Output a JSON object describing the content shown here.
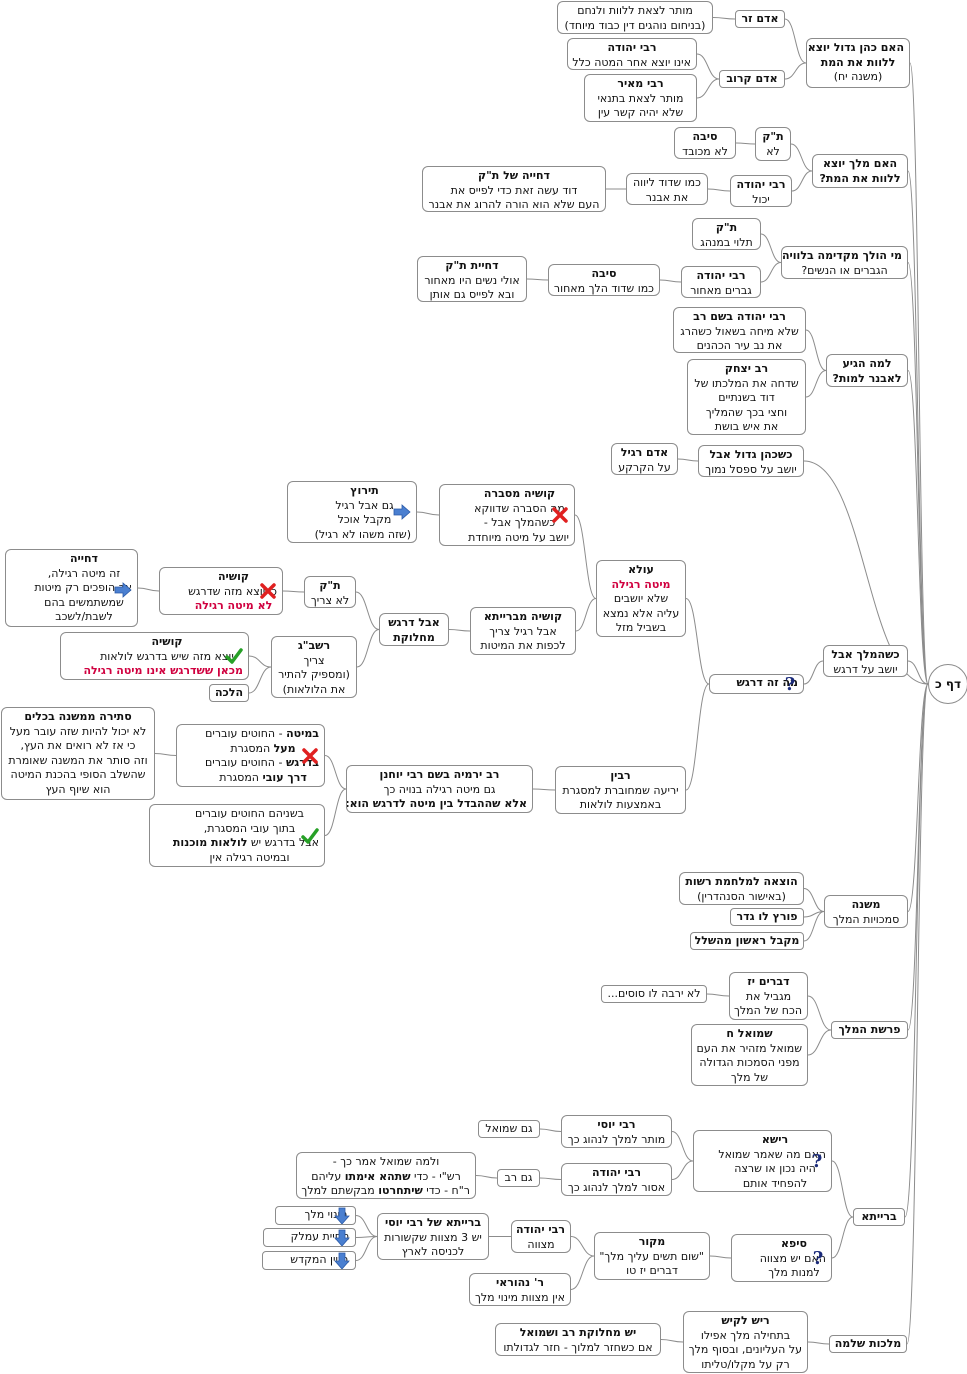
{
  "root": "דף כ",
  "ts_gadol": {
    "title": "האם כהן גדול יוצא",
    "l2": "ללוות את המת",
    "l3": "(משנה יח)",
    "adam_zar": {
      "label": "אדם זר",
      "detail1": "מותר לצאת ללוות ולנחם",
      "detail2": "(בניחום נוהגים דין כבוד מיוחד)"
    },
    "adam_karov": {
      "label": "אדם קרוב",
      "ry": {
        "title": "רבי יהודה",
        "text": "אינו יוצא אחר המטה כלל"
      },
      "rm": {
        "title": "רבי מאיר",
        "l1": "מותר לצאת בתנאי",
        "l2": "שלא יהיה קשר עין"
      }
    }
  },
  "melech": {
    "title": "האם מלך יוצא",
    "l2": "ללוות את המת?",
    "tk": {
      "title": "ת\"ק",
      "text": "לא",
      "reason_t": "סיבה",
      "reason": "לא מכובד"
    },
    "ry": {
      "title": "רבי יהודה",
      "text": "יכול",
      "reason1": "כמו שדוד ליווה",
      "reason2": "את אבנר",
      "rej_t": "דחייה של ת\"ק",
      "rej1": "דוד עשה זאת כדי לפייס את",
      "rej2": "העם שלא הוא הורה להרוג את אבנר"
    }
  },
  "mi_holech": {
    "title": "מי הולך מקדימה בלוויה",
    "l2": "הגברים או הנשים?",
    "tk": {
      "title": "ת\"ק",
      "text": "תלוי במנהג"
    },
    "ry": {
      "title": "רבי יהודה",
      "text": "גברים מאחור",
      "reason_t": "סיבה",
      "reason": "כמו שדוד הלך מאחור",
      "rej_t": "דחיית ת\"ק",
      "rej1": "אולי נשים היו מאחור",
      "rej2": "ובא לפייס גם אותן"
    }
  },
  "avner": {
    "title": "למה הגיע",
    "l2": "לאבנר למות?",
    "ryr": {
      "title": "רבי יהודה בשם רב",
      "l1": "שלא מיחה בשאול כשהרג",
      "l2": "את נב עיר הכהנים"
    },
    "ry2": {
      "title": "רב יצחק",
      "l1": "שדחה את המלכתו של",
      "l2": "דוד בשנתיים",
      "l3": "וחצי בכך שהמליך",
      "l4": "את איש בושת"
    }
  },
  "kohen_sefsal": {
    "title": "כשכהן גדול אבל",
    "text": "יושב על ספסל נמוך",
    "adam_t": "אדם רגיל",
    "adam": "על הקרקע"
  },
  "melech_avel": {
    "title": "כשהמלך אבל",
    "text": "יושב על דרגש"
  },
  "mahu": {
    "title": "מה זה דרגש"
  },
  "ulla": {
    "title": "עולא",
    "red": "מיטה רגילה",
    "l2": "שלא יושבים",
    "l3": "עליה אלא נמצא",
    "l4": "בשביל מזל"
  },
  "kushya1": {
    "title": "קושיה מסברה",
    "l1": "מה הסברה שדווקא",
    "l2": "כשהמלך אבל -",
    "l3": "יושב על מיטה מיוחדת"
  },
  "teiruts": {
    "title": "תירוץ",
    "l1": "גם אבל רגיל",
    "l2": "מקבל אוכל",
    "l3": "(שזה משהו לא רגיל)"
  },
  "kushya2": {
    "title": "קושיה מברייתא",
    "l1": "אבל רגיל צריך",
    "l2": "לכפות את המיטות"
  },
  "aval_dargash": {
    "l1": "אבל דרגש",
    "l2": "מחלוקת"
  },
  "tk2": {
    "title": "ת\"ק",
    "text": "לא צריך"
  },
  "kushya3": {
    "title": "קושיה",
    "l1": "כי יוצא מזה שדרגש",
    "red": "לא מיטה רגילה"
  },
  "dchiya": {
    "title": "דחייה",
    "l1": "זה מיטה רגילה,",
    "l2": "אך הופכים רק מיטות",
    "l3": "שמשתמשים בהם",
    "l4": "לשבת/לשכב"
  },
  "rashbag": {
    "title": "רשב\"ג",
    "l1": "צריך",
    "l2": "(ומספיק להתיר",
    "l3": "את הלולאות)"
  },
  "kushya4": {
    "title": "קושיה",
    "l1": "יוצא מזה שיש בדרגש לולאות",
    "red": "מכאן ששדרגש אינו מיטה רגילה"
  },
  "halacha": "הלכה",
  "ravin": {
    "title": "רבין",
    "l1": "יריעה שמחוברת למסגרת",
    "l2": "באמצעות לולאות"
  },
  "ry_rj": {
    "title": "רב ירמיה בשם רבי יוחנן",
    "l1": "גם מיטה רגילה  בנויה כך",
    "l2": "אלא שההבדל בין מיטה לדרגש הוא:"
  },
  "bemita": {
    "b1": "במיטה",
    "t1": " - החוטים עוברים",
    "b2": "מעל",
    "t2": " המסגרת",
    "b3": "בדרגש",
    "t3": " - החוטים עוברים",
    "b4": "דרך עובי",
    "t4": " המסגרת"
  },
  "stira": {
    "title": "סתירה ממשנה בכלים",
    "l1": "לא יכול להיות שזה עובר מעל",
    "l2": "כי אז לא רואים את העץ,",
    "l3": "וזה סותר את המשנה שאומרת",
    "l4": "שהשלב הסופי בהכנת המיטה",
    "l5": "הוא שיוף העץ"
  },
  "shneihem": {
    "l1": "בשניהם החוטים עוברים",
    "l2": "בתוך עובי המסגרת,",
    "l3a": "אבל בדרגש יש ",
    "l3b": "לולאות מוכנות",
    "l4": "ובמיטה רגילה אין"
  },
  "mishna": {
    "title": "משנה",
    "l2": "סמכויות המלך",
    "i1a": "הוצאה למלחמת רשות",
    "i1b": "(באישור הסנהדרין)",
    "i2": "פורץ לו גדר",
    "i3": "מקבל ראשון מהשלל"
  },
  "parasha": {
    "title": "פרשת המלך",
    "dvarim": {
      "title": "דברים יז",
      "l1": "מגביל את",
      "l2": "הכח של המלך",
      "side": "לא ירבה לו סוסים..."
    },
    "shmuel": {
      "title": "שמואל ח",
      "l1": "שמואל מזהיר את העם",
      "l2": "מפני הסמכות הגדולה",
      "l3": "של מלך"
    }
  },
  "braita": {
    "title": "ברייתא",
    "reisha": {
      "title": "רישא",
      "l1": "האם מה שאמר שמואל",
      "l2": "היה נכון או שרצה",
      "l3": "להפחיד אותם"
    },
    "rabi_yosi": {
      "title": "רבי יוסי",
      "text": "מותר למלך לנהוג כך",
      "side": "גם שמואל"
    },
    "rabi_yehuda": {
      "title": "רבי יהודה",
      "text": "אסור למלך לנהוג כך",
      "side": "גם רב",
      "note1": "ולמה שמואל אמר כך -",
      "note2a": "רש\"י - כדי ",
      "note2b": "שתהא אימתו",
      "note2c": " עליהם",
      "note3a": "ר\"ח - כדי ",
      "note3b": "שיתחרטו",
      "note3c": " מבקשתם למלך"
    },
    "seifa": {
      "title": "סיפא",
      "l1": "האם יש מצווה",
      "l2": "למנות מלך"
    },
    "makor": {
      "title": "מקור",
      "l1": "\"שום תשים עליך מלך\"",
      "l2": "דברים יז טו"
    },
    "ry_mitzva": {
      "title": "רבי יהודה",
      "text": "מצווה"
    },
    "nehorai": {
      "title": "ר' נהוראי",
      "text": "אין מצוות מינוי מלך"
    },
    "braita_ry": {
      "title": "ברייתא של רבי יוסי",
      "l1": "יש 3 מצוות שקשורות",
      "l2": "לכניסה לארץ"
    },
    "mitzvot": [
      "מינוי מלך",
      "מחיית עמלק",
      "בניין המקדש"
    ]
  },
  "shlomo": {
    "title": "מלכות שלמה",
    "rl": {
      "title": "ריש לקיש",
      "l1": "בתחילה מלך אפילו",
      "l2": "על העליונים, ובסוף מלך",
      "l3": "רק על מקלו/טליתו"
    },
    "machloket": {
      "title": "יש מחלוקת רב ושמואל",
      "text": "אם כשחזר למלוך - חזר לגדולתו"
    }
  }
}
